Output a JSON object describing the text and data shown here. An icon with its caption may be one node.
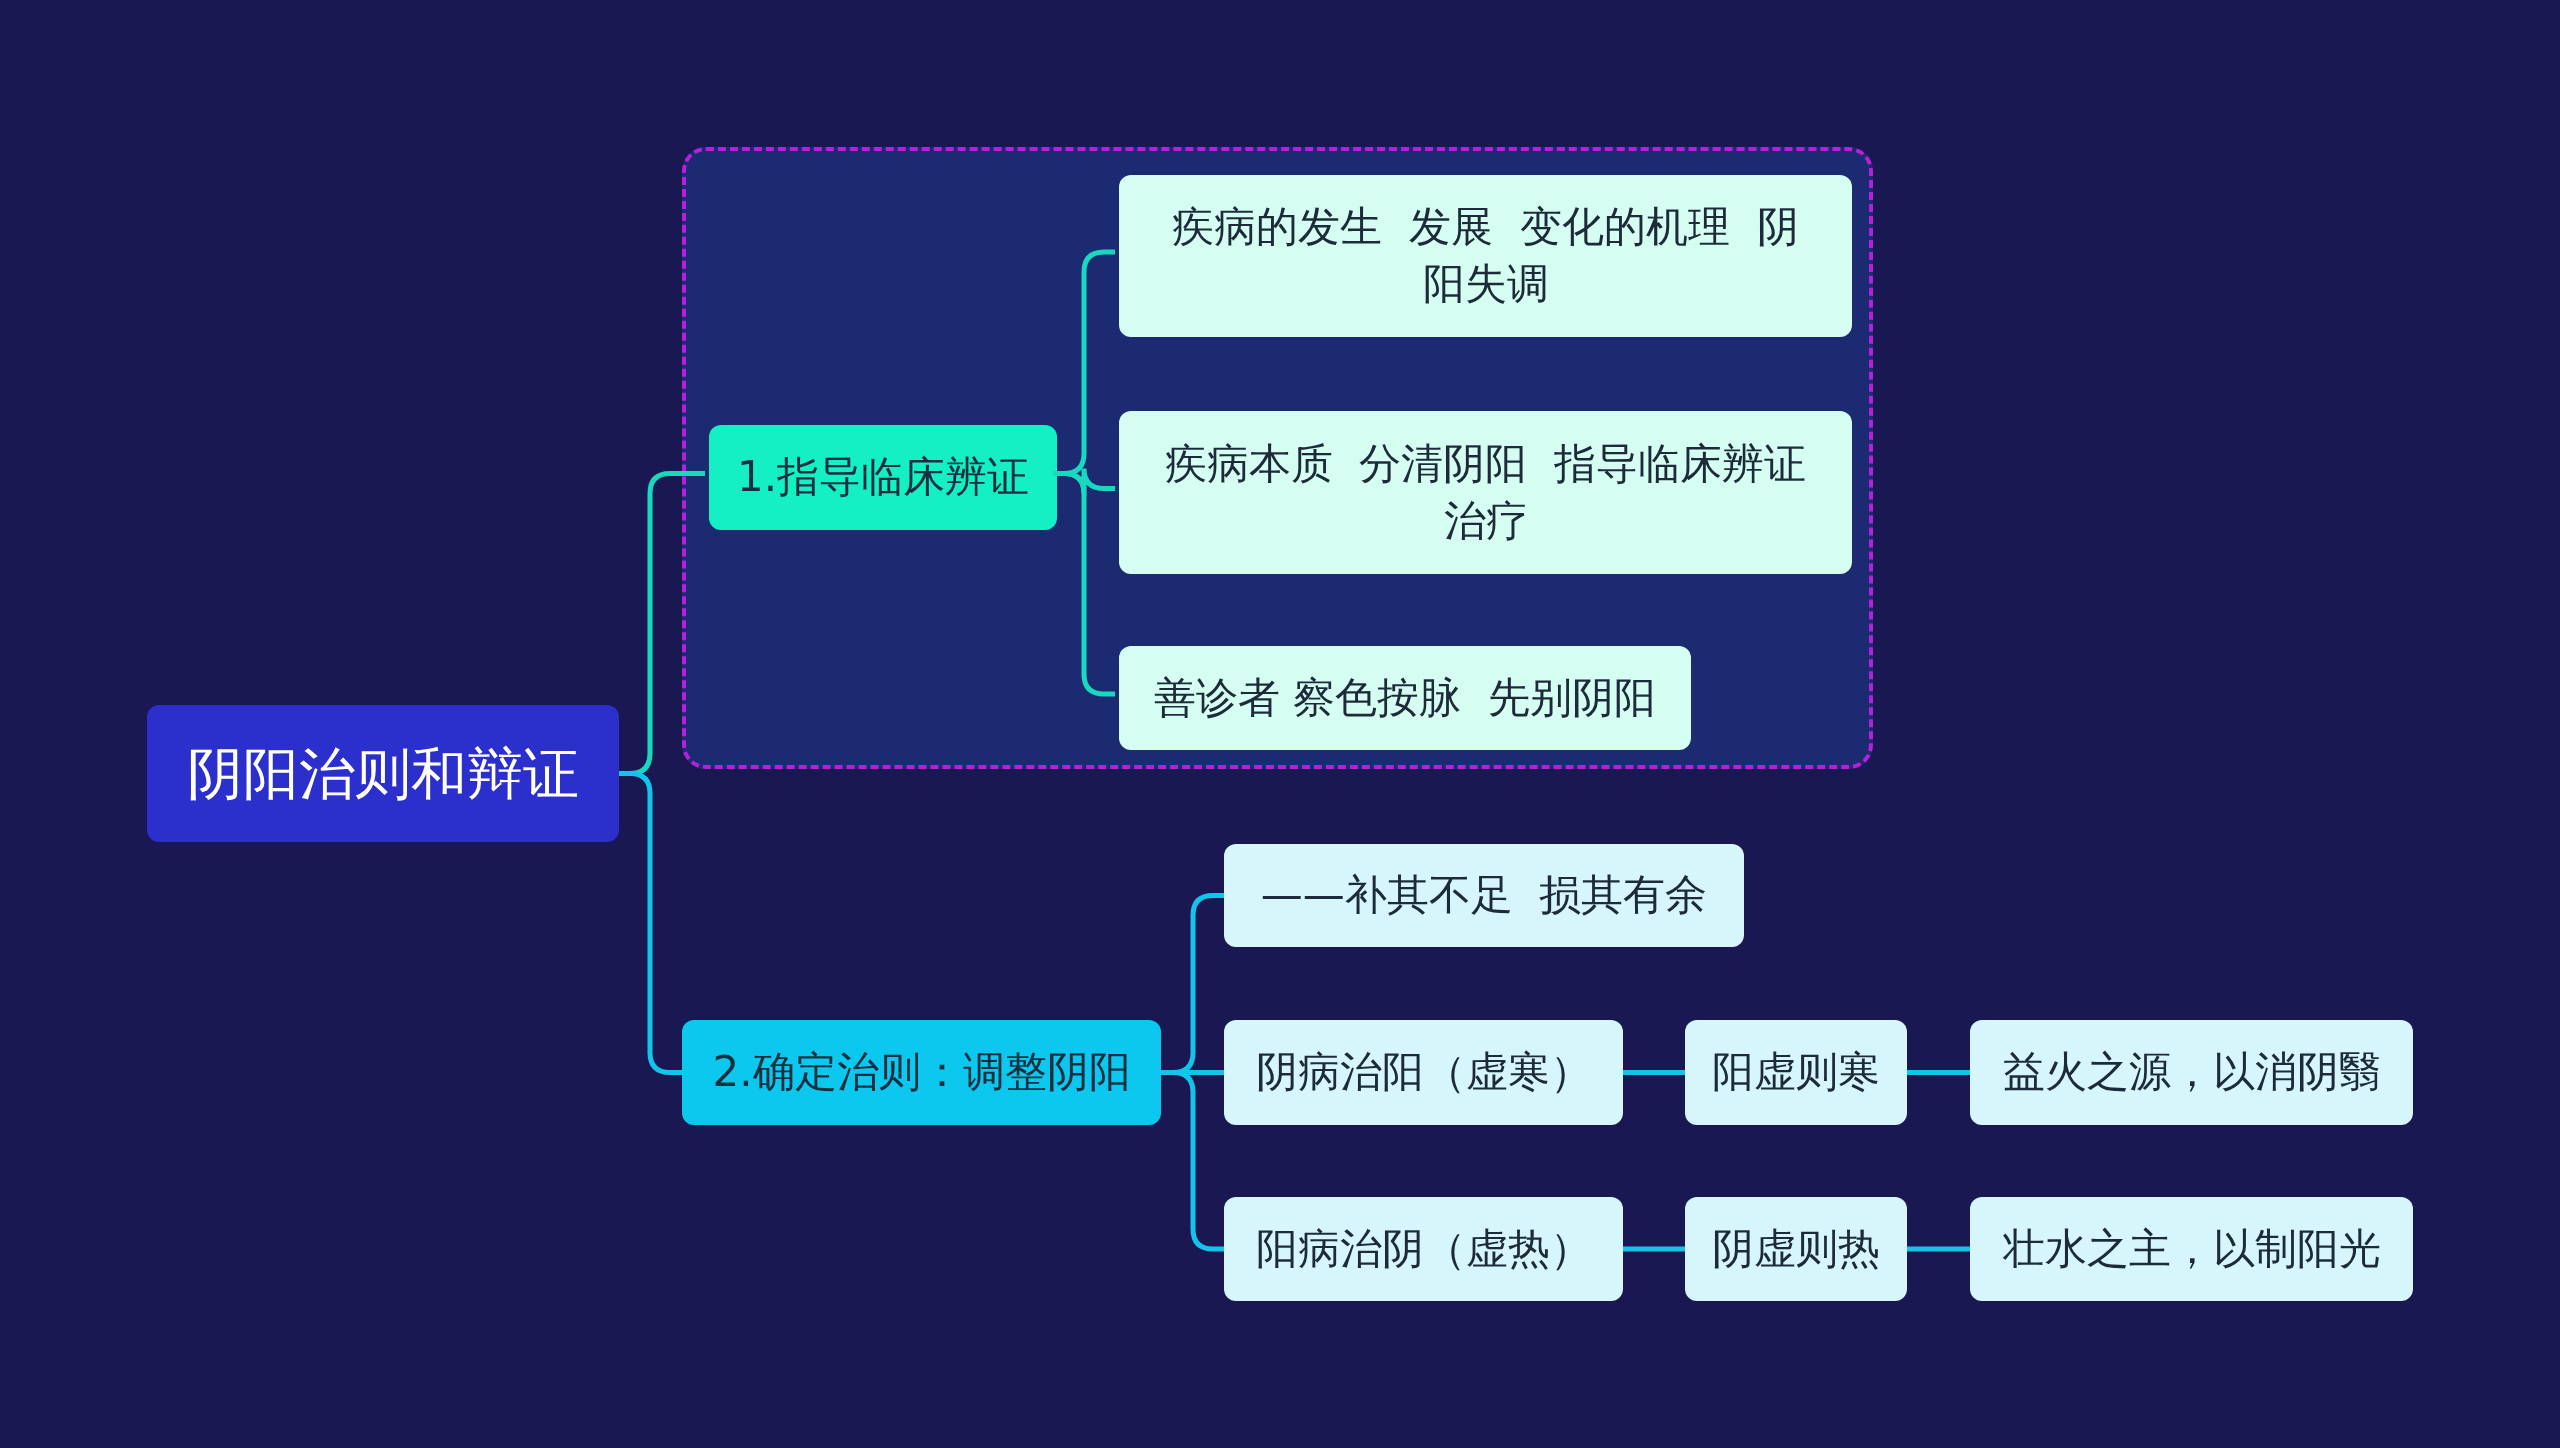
{
  "diagram": {
    "nodes": [
      {
        "text": [
          "阴阳治则和辩证"
        ]
      },
      {
        "text": [],
        "shape": "box"
      },
      {
        "text": [
          "1.指导临床辨证"
        ],
        "in": 1
      },
      {
        "text": [
          "疾病的发生  发展  变化的机理  阴阳失调"
        ],
        "in": 1
      },
      {
        "text": [
          "疾病本质  分清阴阳  指导临床辨证治疗"
        ],
        "in": 1
      },
      {
        "text": [
          "善诊者 察色按脉  先别阴阳"
        ],
        "in": 1
      },
      {
        "text": [
          "2.确定治则：调整阴阳"
        ]
      },
      {
        "text": [
          "——补其不足  损其有余"
        ]
      },
      {
        "text": [
          "阴病治阳（虚寒）"
        ]
      },
      {
        "text": [
          "阳虚则寒"
        ]
      },
      {
        "text": [
          "益火之源，以消阴翳"
        ]
      },
      {
        "text": [
          "阳病治阴（虚热）"
        ]
      },
      {
        "text": [
          "阴虚则热"
        ]
      },
      {
        "text": [
          "壮水之主，以制阳光"
        ]
      }
    ],
    "edges": [
      {
        "from": 0,
        "to": 2,
        "arrow": "none",
        "color": "#18d9bd"
      },
      {
        "from": 0,
        "to": 6,
        "arrow": "none"
      },
      {
        "from": 2,
        "to": 3,
        "arrow": "none",
        "color": "#18d9bd"
      },
      {
        "from": 2,
        "to": 4,
        "arrow": "none",
        "color": "#18d9bd"
      },
      {
        "from": 2,
        "to": 5,
        "arrow": "none",
        "color": "#18d9bd"
      },
      {
        "from": 6,
        "to": 7,
        "arrow": "none"
      },
      {
        "from": 6,
        "to": 8,
        "arrow": "none"
      },
      {
        "from": 6,
        "to": 11,
        "arrow": "none"
      },
      {
        "from": 8,
        "to": 9,
        "arrow": "none"
      },
      {
        "from": 9,
        "to": 10,
        "arrow": "none"
      },
      {
        "from": 11,
        "to": 12,
        "arrow": "none"
      },
      {
        "from": 12,
        "to": 13,
        "arrow": "none"
      }
    ]
  }
}
